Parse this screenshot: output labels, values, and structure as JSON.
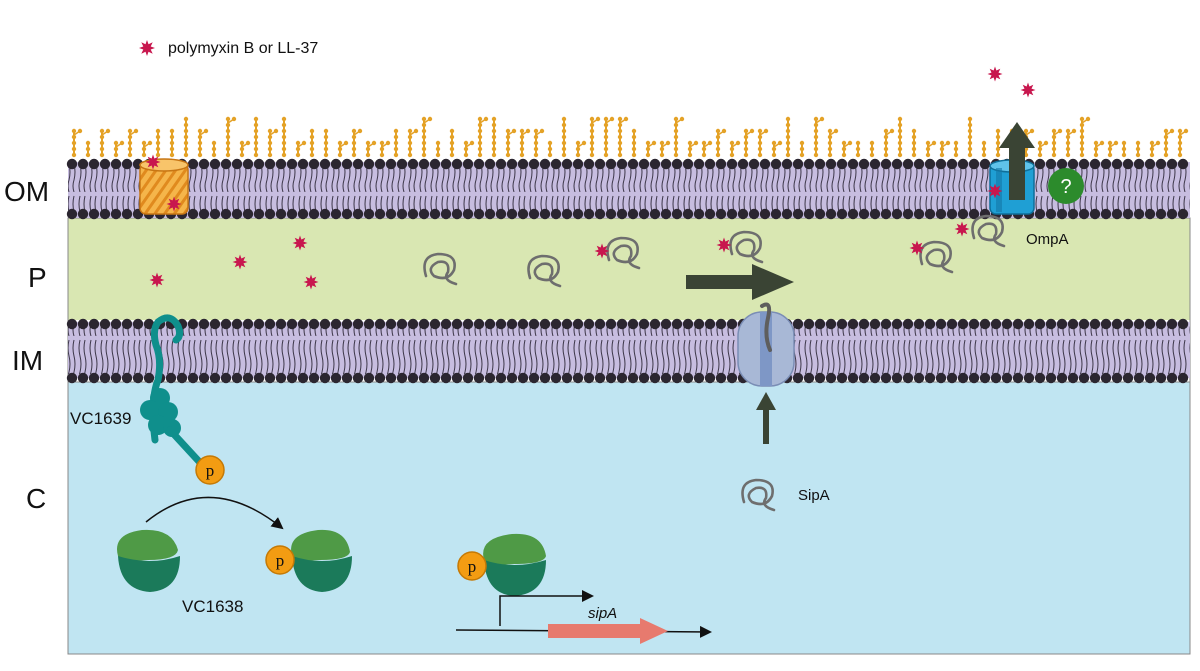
{
  "legend": {
    "label": "polymyxin B  or LL-37"
  },
  "layers": {
    "om": "OM",
    "p": "P",
    "im": "IM",
    "c": "C"
  },
  "proteins": {
    "vc1639": "VC1639",
    "vc1638": "VC1638",
    "sipa": "SipA",
    "ompa": "OmpA",
    "phospho": "p",
    "unknown": "?"
  },
  "gene": {
    "label": "sipA"
  },
  "colors": {
    "om_fill": "#c7bde0",
    "im_fill": "#c7bde0",
    "periplasm": "#d9e7b2",
    "cytoplasm": "#c0e5f2",
    "lps": "#e4a227",
    "lipid_head": "#2b2630",
    "star": "#c8174e",
    "teal": "#0f8f8c",
    "phosphate": "#f39c12",
    "green_dark": "#1b7a5a",
    "green_light": "#4f9a46",
    "arrow_dark": "#3a4434",
    "pink_arrow": "#e77a6e",
    "ompa_blue": "#1f9fd4",
    "question_green": "#2c8b2c",
    "channel_orange": "#f0a63a"
  }
}
